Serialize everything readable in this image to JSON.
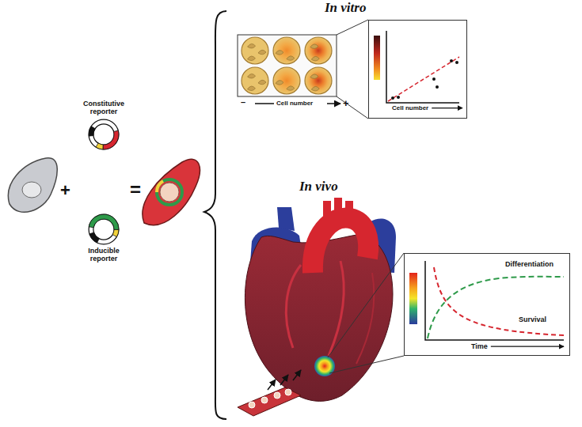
{
  "diagram": {
    "nodes": [
      {
        "text": [
          "Constitutive reporter"
        ]
      },
      {
        "text": [
          "Inducible reporter"
        ]
      },
      {
        "text": [
          "Cell number"
        ]
      },
      {
        "text": [
          "Differentiation",
          "Survival",
          "Time"
        ]
      }
    ],
    "labels": [
      "+",
      "=",
      "In vitro",
      "–",
      "Cell number",
      "+",
      "In vivo"
    ]
  }
}
